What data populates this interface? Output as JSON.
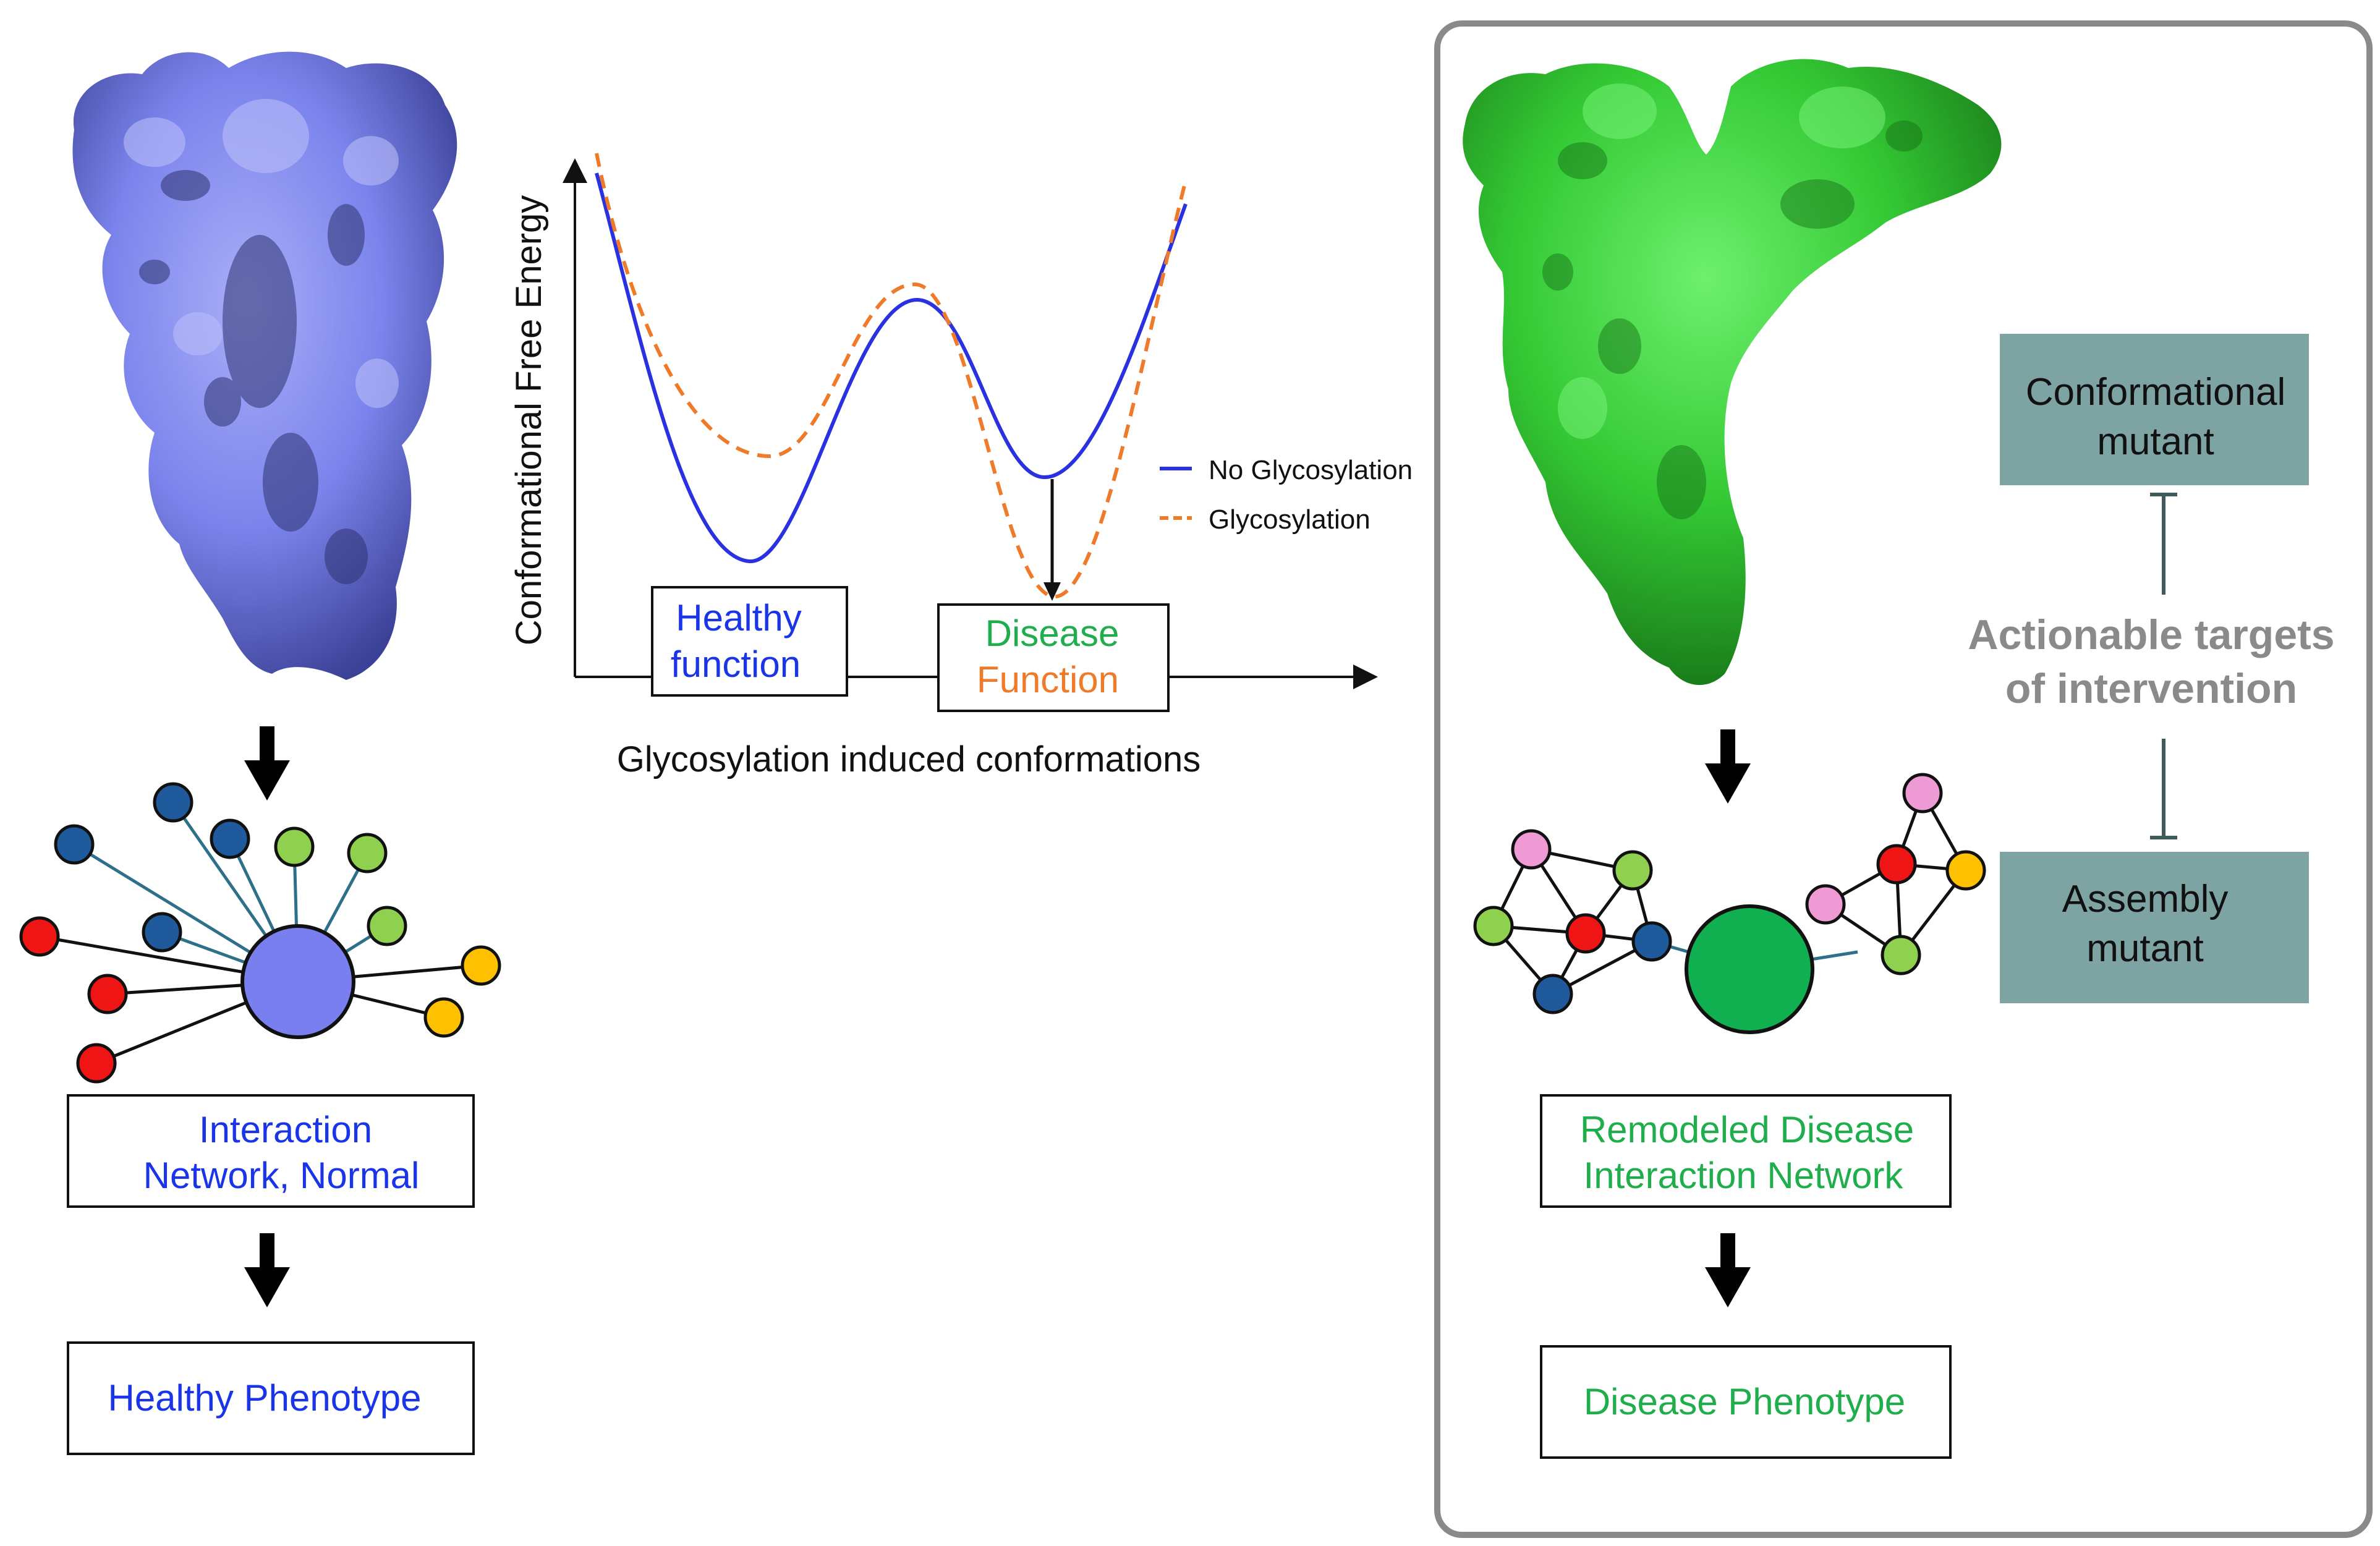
{
  "left": {
    "network_box": {
      "line1": "Interaction",
      "line2": "Network, Normal"
    },
    "phenotype": "Healthy Phenotype"
  },
  "energy_plot": {
    "ylabel": "Conformational Free Energy",
    "xlabel": "Glycosylation induced conformations",
    "legend": {
      "no_glyco": "No Glycosylation",
      "glyco": "Glycosylation"
    },
    "healthy_box": {
      "line1": "Healthy",
      "line2": "function"
    },
    "disease_box": {
      "line1": "Disease",
      "line2": "Function"
    }
  },
  "right": {
    "network_box": {
      "line1": "Remodeled  Disease",
      "line2": "Interaction Network"
    },
    "phenotype": "Disease Phenotype",
    "conformational_box": {
      "line1": "Conformational",
      "line2": "mutant"
    },
    "assembly_box": {
      "line1": "Assembly",
      "line2": "mutant"
    },
    "actionable": {
      "line1": "Actionable targets",
      "line2": "of intervention"
    }
  },
  "colors": {
    "blue_text": "#1a35e8",
    "green_text": "#1fae4b",
    "orange_text": "#ef7b2a",
    "protein_blue": "#7b84ec",
    "protein_green": "#3cd43c",
    "mutant_box": "#7ea3a3",
    "node_darkblue": "#1f5a9c",
    "node_green": "#8fd14f",
    "node_red": "#f01515",
    "node_yellow": "#ffc000",
    "node_pink": "#ee9ad4",
    "hub_blue": "#7a7ff0",
    "hub_green": "#10b050",
    "edge_teal": "#2e6f8a",
    "gray_text": "#8a8a8a"
  }
}
